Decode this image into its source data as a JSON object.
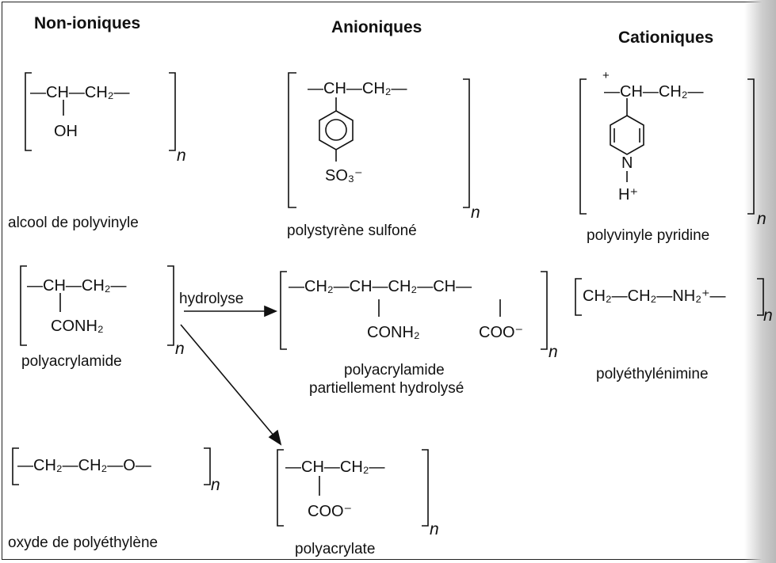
{
  "headers": {
    "non_ionic": "Non-ioniques",
    "anionic": "Anioniques",
    "cationic": "Cationiques"
  },
  "pva": {
    "backbone": "—CH—CH₂—",
    "substituent": "OH",
    "n": "n",
    "caption": "alcool de polyvinyle"
  },
  "pss": {
    "backbone": "—CH—CH₂—",
    "substituent": "SO₃⁻",
    "n": "n",
    "caption": "polystyrène sulfoné"
  },
  "pvp": {
    "charge": "+",
    "backbone": "—CH—CH₂—",
    "n_atom": "N",
    "h_plus": "H⁺",
    "n": "n",
    "caption": "polyvinyle pyridine"
  },
  "pam": {
    "backbone": "—CH—CH₂—",
    "substituent": "CONH₂",
    "n": "n",
    "caption": "polyacrylamide"
  },
  "arrow_hydrolysis": {
    "label": "hydrolyse"
  },
  "hpam": {
    "backbone": "—CH₂—CH—CH₂—CH—",
    "substituent_1": "CONH₂",
    "substituent_2": "COO⁻",
    "n": "n",
    "caption_line1": "polyacrylamide",
    "caption_line2": "partiellement hydrolysé"
  },
  "pei": {
    "formula": "CH₂—CH₂—NH₂⁺—",
    "n": "n",
    "caption": "polyéthylénimine"
  },
  "peo": {
    "formula": "—CH₂—CH₂—O—",
    "n": "n",
    "caption": "oxyde de polyéthylène"
  },
  "pa": {
    "backbone": "—CH—CH₂—",
    "substituent": "COO⁻",
    "n": "n",
    "caption": "polyacrylate"
  }
}
